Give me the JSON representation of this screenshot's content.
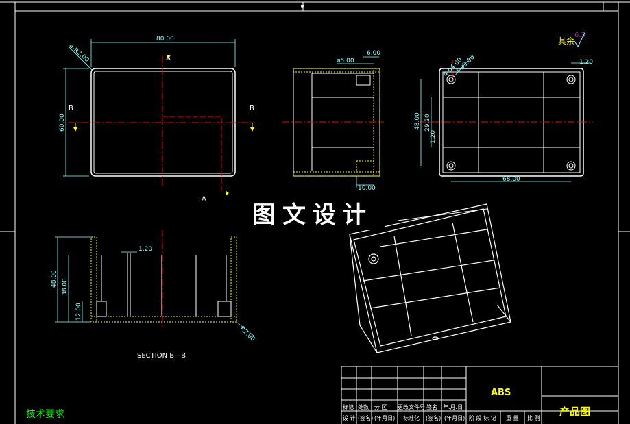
{
  "top_view": {
    "width_dim": "80.00",
    "height_dim": "60.00",
    "radius_note": "4-R2.00",
    "section_b_left": "B",
    "section_b_right": "B",
    "section_a_top": "A",
    "section_a_bottom": "A"
  },
  "side_view": {
    "dim_thickness": "ø5.00",
    "dim_top": "6.00",
    "dim_bottom": "10.00"
  },
  "bottom_view": {
    "hole_note_1": "4-ø4.00",
    "hole_note_2": "4-ø3.00",
    "dim_right": "1.20",
    "dim_height": "48.00",
    "dim_mid": "29.20",
    "dim_small": "1.20",
    "dim_width": "68.00",
    "roughness_label": "其余",
    "roughness_value": "6.3"
  },
  "section_view": {
    "rib_dim": "1.20",
    "dim_48": "48.00",
    "dim_38": "38.00",
    "dim_12": "12.00",
    "radius_note": "R2.00",
    "caption": "SECTION B—B"
  },
  "watermark": "图文设计",
  "tech_requirements": "技术要求",
  "title_block": {
    "material": "ABS",
    "drawing_name": "产品图",
    "row1": [
      "标记",
      "处数",
      "分 区",
      "更改文件号",
      "签名",
      "年.月.日"
    ],
    "row2": [
      "设 计",
      "(签名)",
      "(年月日)",
      "标准化",
      "(签名)",
      "(年月日)"
    ],
    "row2_tail": [
      "阶 段 标 记",
      "重 量",
      "比 例"
    ]
  }
}
